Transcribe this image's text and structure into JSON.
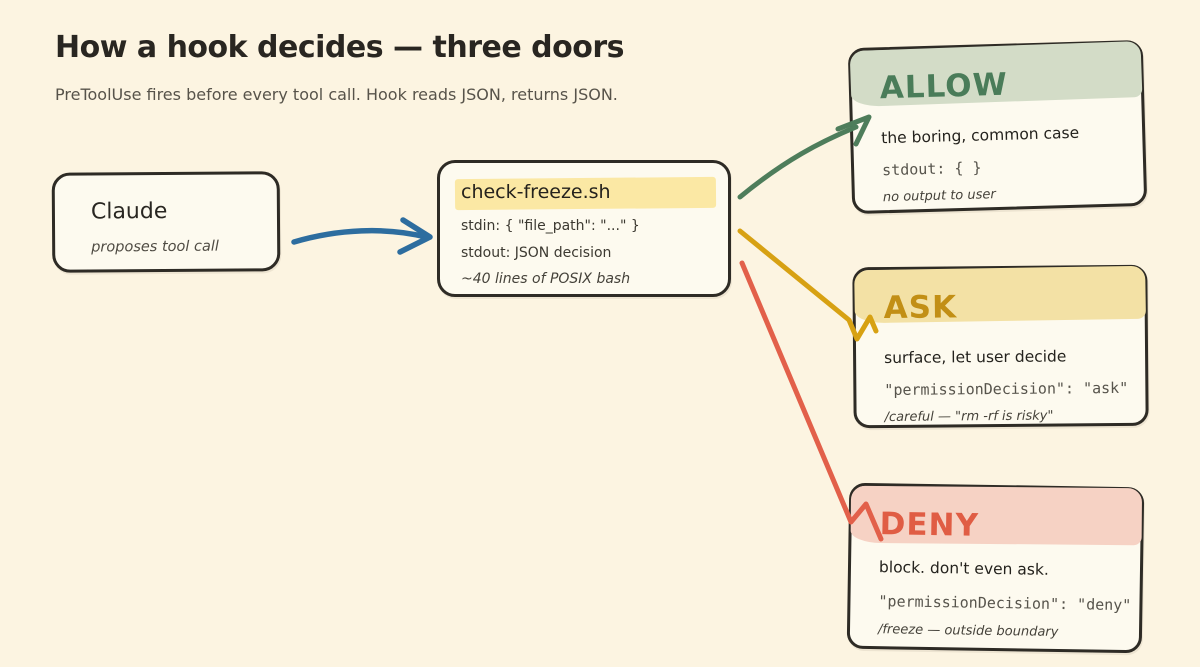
{
  "page": {
    "title": "How a hook decides — three doors",
    "subtitle": "PreToolUse fires before every tool call. Hook reads JSON, returns JSON."
  },
  "claude_node": {
    "title": "Claude",
    "caption": "proposes tool call"
  },
  "hook_node": {
    "title": "check-freeze.sh",
    "stdin_line": "stdin: { \"file_path\": \"...\" }",
    "stdout_line": "stdout: JSON decision",
    "caption": "~40 lines of POSIX bash",
    "highlight_color": "#fbe8a4"
  },
  "doors": [
    {
      "id": "allow",
      "label": "ALLOW",
      "description": "the boring, common case",
      "code": "stdout: { }",
      "caption": "no output to user",
      "band_color": "#d3dcc7",
      "label_color": "#4a7c59",
      "arrow_color": "#4e7d5b"
    },
    {
      "id": "ask",
      "label": "ASK",
      "description": "surface, let user decide",
      "code": "\"permissionDecision\": \"ask\"",
      "caption": "/careful — \"rm -rf is risky\"",
      "band_color": "#f3e1a5",
      "label_color": "#c28f15",
      "arrow_color": "#d7a113"
    },
    {
      "id": "deny",
      "label": "DENY",
      "description": "block. don't even ask.",
      "code": "\"permissionDecision\": \"deny\"",
      "caption": "/freeze — outside boundary",
      "band_color": "#f6d2c4",
      "label_color": "#e05d44",
      "arrow_color": "#e2604a"
    }
  ],
  "colors": {
    "background": "#fcf4e1",
    "card_background": "#fdfaef",
    "card_border": "#2e2b25",
    "claude_arrow": "#2d6d9f"
  }
}
